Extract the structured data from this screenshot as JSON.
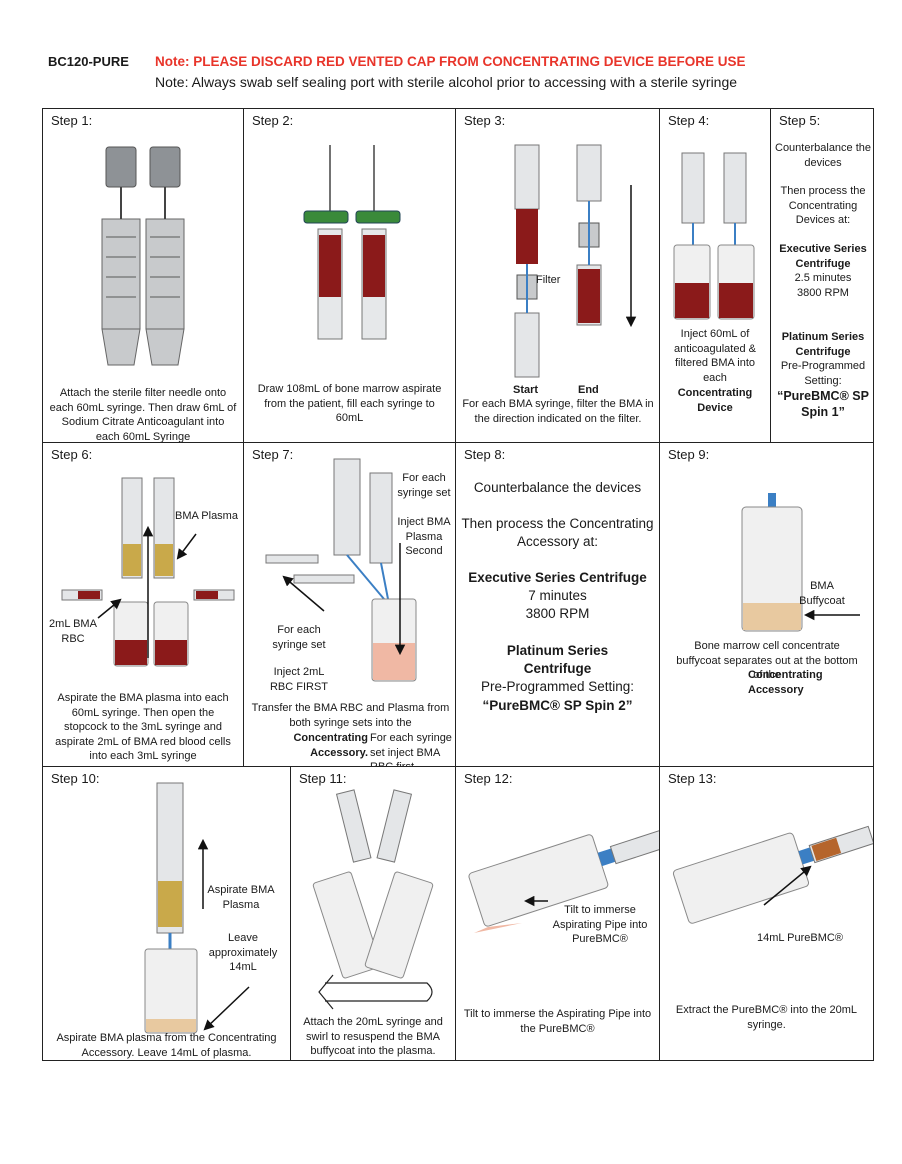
{
  "header": {
    "product_code": "BC120-PURE",
    "note_warning": "Note: PLEASE DISCARD RED VENTED CAP FROM CONCENTRATING DEVICE BEFORE USE",
    "note_swab": "Note: Always swab self sealing port with sterile alcohol prior to accessing with a sterile syringe"
  },
  "steps": {
    "s1": {
      "title": "Step 1:",
      "caption": "Attach the sterile filter needle onto each 60mL syringe.  Then draw 6mL of Sodium Citrate Anticoagulant into each 60mL Syringe"
    },
    "s2": {
      "title": "Step 2:",
      "caption": "Draw 108mL of bone marrow aspirate from the patient, fill each syringe to 60mL"
    },
    "s3": {
      "title": "Step 3:",
      "label_filter": "Filter",
      "label_start": "Start",
      "label_end": "End",
      "caption": "For each BMA syringe, filter the BMA in the direction indicated on the filter."
    },
    "s4": {
      "title": "Step 4:",
      "caption_a": "Inject 60mL of anticoagulated & filtered BMA into each",
      "caption_b": "Concentrating Device"
    },
    "s5": {
      "title": "Step 5:",
      "line1": "Counterbalance the devices",
      "line2": "Then process the Concentrating Devices at:",
      "exec": "Executive Series Centrifuge",
      "exec_min": "2.5 minutes",
      "exec_rpm": "3800 RPM",
      "plat": "Platinum Series Centrifuge",
      "plat_set": "Pre-Programmed Setting:",
      "plat_prog": "“PureBMC® SP Spin 1”"
    },
    "s6": {
      "title": "Step 6:",
      "label_plasma": "BMA Plasma",
      "label_rbc": "2mL BMA RBC",
      "caption": "Aspirate the BMA plasma into each 60mL syringe. Then open the stopcock to the 3mL syringe and aspirate 2mL of BMA red blood cells into each 3mL syringe"
    },
    "s7": {
      "title": "Step 7:",
      "label_each1": "For each syringe set",
      "label_inject_plasma": "Inject BMA Plasma Second",
      "label_each2": "For each syringe set",
      "label_inject_rbc": "Inject 2mL RBC FIRST",
      "caption_a": "Transfer the BMA RBC and Plasma from both syringe sets into the",
      "caption_b": "Concentrating Accessory.",
      "caption_c": "For each syringe set inject BMA RBC first."
    },
    "s8": {
      "title": "Step 8:",
      "line1": "Counterbalance the devices",
      "line2": "Then process the Concentrating Accessory at:",
      "exec": "Executive Series Centrifuge",
      "exec_min": "7 minutes",
      "exec_rpm": "3800 RPM",
      "plat": "Platinum Series Centrifuge",
      "plat_set": "Pre-Programmed Setting:",
      "plat_prog": "“PureBMC® SP Spin 2”"
    },
    "s9": {
      "title": "Step 9:",
      "label": "BMA Buffycoat",
      "caption_a": "Bone marrow cell concentrate buffycoat separates out at the bottom of the",
      "caption_b": "Concentrating Accessory"
    },
    "s10": {
      "title": "Step 10:",
      "label_aspirate": "Aspirate BMA Plasma",
      "label_leave": "Leave approximately 14mL",
      "caption": "Aspirate BMA plasma from the Concentrating Accessory.  Leave 14mL of plasma."
    },
    "s11": {
      "title": "Step 11:",
      "caption": "Attach the 20mL syringe and swirl to resuspend the BMA buffycoat into the plasma."
    },
    "s12": {
      "title": "Step 12:",
      "label": "Tilt to immerse Aspirating Pipe into PureBMC®",
      "caption": "Tilt to immerse the Aspirating Pipe into the PureBMC®"
    },
    "s13": {
      "title": "Step 13:",
      "label": "14mL PureBMC®",
      "caption": "Extract the PureBMC® into the 20mL syringe."
    }
  },
  "colors": {
    "warning_red": "#e8342a",
    "blood": "#8b1a1a",
    "plasma_gold": "#c9a94a",
    "buffy": "#e8c9a0",
    "valve_green": "#3a8a3a",
    "connector_blue": "#3b7fc4"
  }
}
